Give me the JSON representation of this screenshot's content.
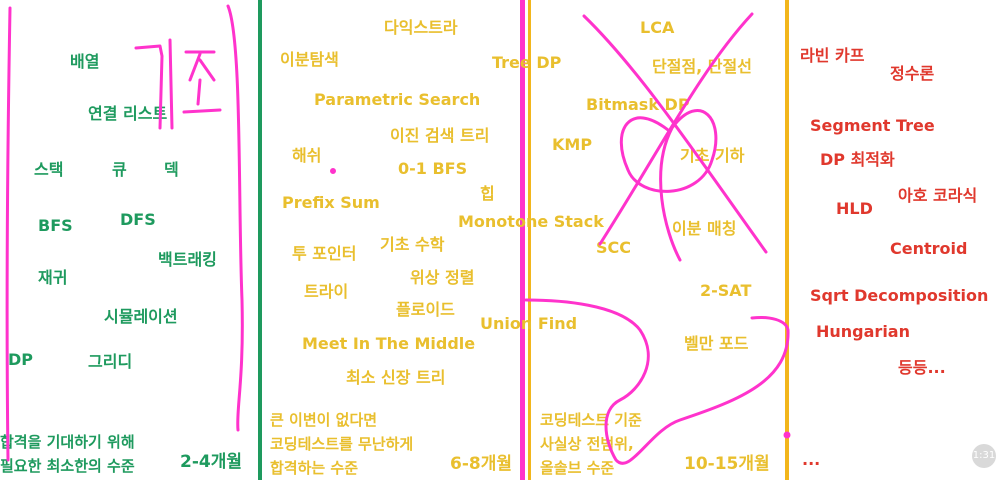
{
  "colors": {
    "col1_text": "#1e9a5e",
    "col2_text": "#e9bf2e",
    "col3_text": "#e9bf2e",
    "col4_text": "#e0382d",
    "divider_green": "#1e9a5e",
    "divider_pink": "#ff33cc",
    "divider_yellow": "#f2b61c",
    "annotation_ink": "#ff33cc"
  },
  "columns": [
    {
      "topics": [
        "배열",
        "연결 리스트",
        "스택",
        "큐",
        "덱",
        "BFS",
        "DFS",
        "백트래킹",
        "재귀",
        "시뮬레이션",
        "DP",
        "그리디"
      ],
      "footer_lines": [
        "합격을 기대하기 위해",
        "필요한 최소한의 수준"
      ],
      "duration": "2-4개월"
    },
    {
      "topics": [
        "다익스트라",
        "이분탐색",
        "Parametric Search",
        "이진 검색 트리",
        "해쉬",
        "0-1 BFS",
        "Prefix Sum",
        "힙",
        "투 포인터",
        "기초 수학",
        "트라이",
        "위상 정렬",
        "플로이드",
        "Meet In The Middle",
        "최소 신장 트리"
      ],
      "footer_lines": [
        "큰 이변이 없다면",
        "코딩테스트를 무난하게",
        "합격하는 수준"
      ],
      "duration": "6-8개월"
    },
    {
      "topics": [
        "LCA",
        "Tree DP",
        "단절점, 단절선",
        "Bitmask DP",
        "KMP",
        "기초 기하",
        "Monotone Stack",
        "이분 매칭",
        "SCC",
        "2-SAT",
        "Union Find",
        "벨만 포드"
      ],
      "footer_lines": [
        "코딩테스트 기준",
        "사실상 전범위,",
        "올솔브 수준"
      ],
      "duration": "10-15개월"
    },
    {
      "topics": [
        "라빈 카프",
        "정수론",
        "Segment Tree",
        "DP 최적화",
        "아호 코라식",
        "HLD",
        "Centroid",
        "Sqrt Decomposition",
        "Hungarian",
        "등등..."
      ],
      "footer_lines": [
        "..."
      ]
    }
  ],
  "annotation": {
    "handwritten_text": "기초"
  },
  "corner_badge": "1:31"
}
